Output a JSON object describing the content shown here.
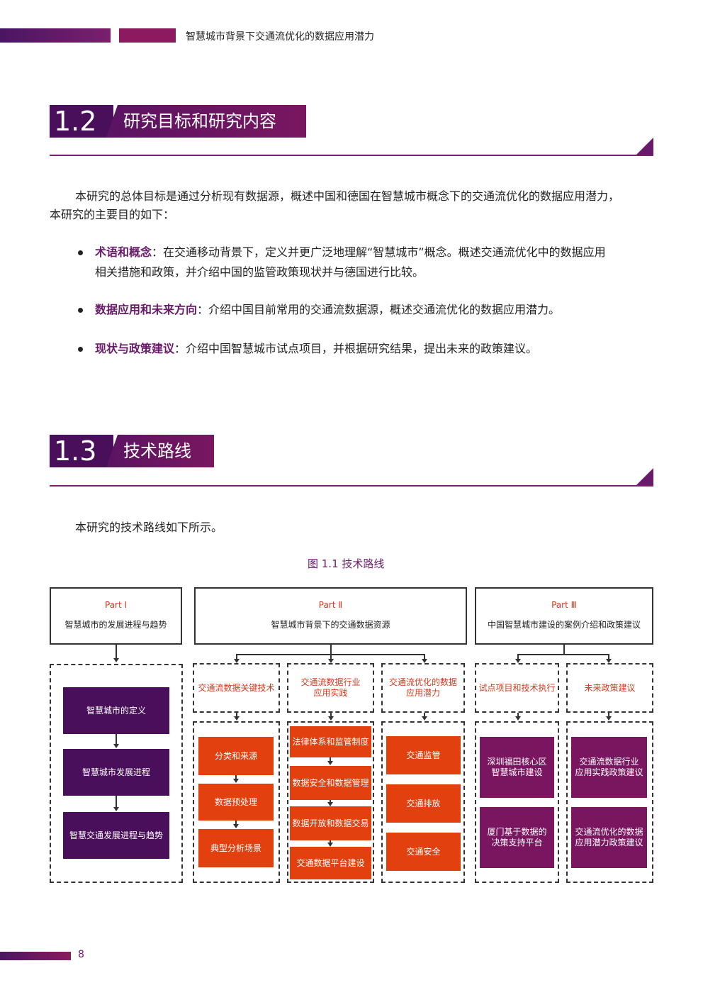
{
  "header": {
    "title": "智慧城市背景下交通流优化的数据应用潜力"
  },
  "section_1_2": {
    "number": "1.2",
    "title": "研究目标和研究内容"
  },
  "intro": {
    "line1": "本研究的总体目标是通过分析现有数据源，概述中国和德国在智慧城市概念下的交通流优化的数据应用潜力，",
    "line2": "本研究的主要目的如下："
  },
  "bullets": [
    {
      "keyword": "术语和概念",
      "line1": "：在交通移动背景下，定义并更广泛地理解“智慧城市”概念。概述交通流优化中的数据应用",
      "line2": "相关措施和政策，并介绍中国的监管政策现状并与德国进行比较。"
    },
    {
      "keyword": "数据应用和未来方向",
      "line1": "：介绍中国目前常用的交通流数据源，概述交通流优化的数据应用潜力。",
      "line2": ""
    },
    {
      "keyword": "现状与政策建议",
      "line1": "：介绍中国智慧城市试点项目，并根据研究结果，提出未来的政策建议。",
      "line2": ""
    }
  ],
  "section_1_3": {
    "number": "1.3",
    "title": "技术路线"
  },
  "route_intro": "本研究的技术路线如下所示。",
  "figure": {
    "caption": "图 1.1 技术路线",
    "parts": [
      {
        "label": "Part Ⅰ",
        "title": "智慧城市的发展进程与趋势"
      },
      {
        "label": "Part Ⅱ",
        "title": "智慧城市背景下的交通数据资源"
      },
      {
        "label": "Part Ⅲ",
        "title": "中国智慧城市建设的案例介绍和政策建议"
      }
    ],
    "part1_nodes": [
      "智慧城市的定义",
      "智慧城市发展进程",
      "智慧交通发展进程与趋势"
    ],
    "part2_categories": [
      {
        "line1": "交通流数据关键技术",
        "line2": ""
      },
      {
        "line1": "交通流数据行业",
        "line2": "应用实践"
      },
      {
        "line1": "交通流优化的数据",
        "line2": "应用潜力"
      }
    ],
    "part2_col1": [
      "分类和来源",
      "数据预处理",
      "典型分析场景"
    ],
    "part2_col2": [
      "法律体系和监管制度",
      "数据安全和数据管理",
      "数据开放和数据交易",
      "交通数据平台建设"
    ],
    "part2_col3": [
      "交通监管",
      "交通排放",
      "交通安全"
    ],
    "part3_categories": [
      "试点项目和技术执行",
      "未来政策建议"
    ],
    "part3_col1": [
      {
        "line1": "深圳福田核心区",
        "line2": "智慧城市建设"
      },
      {
        "line1": "厦门基于数据的",
        "line2": "决策支持平台"
      }
    ],
    "part3_col2": [
      {
        "line1": "交通流数据行业",
        "line2": "应用实践政策建议"
      },
      {
        "line1": "交通流优化的数据",
        "line2": "应用潜力政策建议"
      }
    ]
  },
  "footer": {
    "page": "8"
  },
  "colors": {
    "purple_dark": "#4a0f5a",
    "purple": "#7a1660",
    "orange": "#e2400f",
    "accent": "#6a1a6a"
  }
}
